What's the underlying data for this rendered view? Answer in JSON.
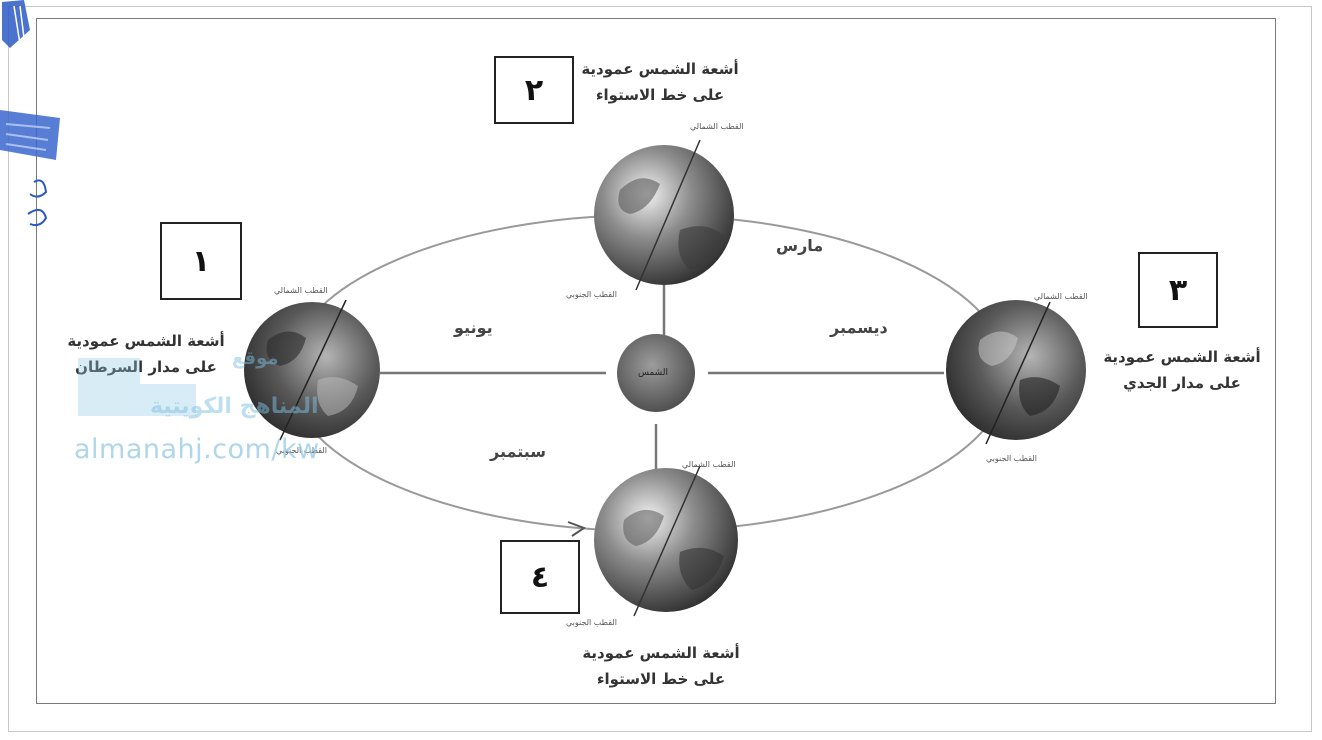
{
  "boxes": {
    "b1": "١",
    "b2": "٢",
    "b3": "٣",
    "b4": "٤"
  },
  "captions": {
    "c1": [
      "أشعة الشمس عمودية",
      "على مدار السرطان"
    ],
    "c2": [
      "أشعة الشمس عمودية",
      "على خط الاستواء"
    ],
    "c3": [
      "أشعة الشمس عمودية",
      "على مدار الجدي"
    ],
    "c4": [
      "أشعة الشمس عمودية",
      "على خط الاستواء"
    ]
  },
  "months": {
    "march": "مارس",
    "june": "يونيو",
    "december": "ديسمبر",
    "september": "سبتمبر"
  },
  "poles": {
    "north": "القطب الشمالي",
    "south": "القطب الجنوبي"
  },
  "sun_label": "الشمس",
  "watermark": {
    "arabic_1": "موقع",
    "arabic_2": "المناهج الكويتية",
    "url": "almanahj.com/kw"
  },
  "colors": {
    "orbit": "#9a9a9a",
    "globe_dark": "#3a3a3a",
    "globe_light": "#dcdcdc",
    "watermark": "#8ec9e6"
  }
}
